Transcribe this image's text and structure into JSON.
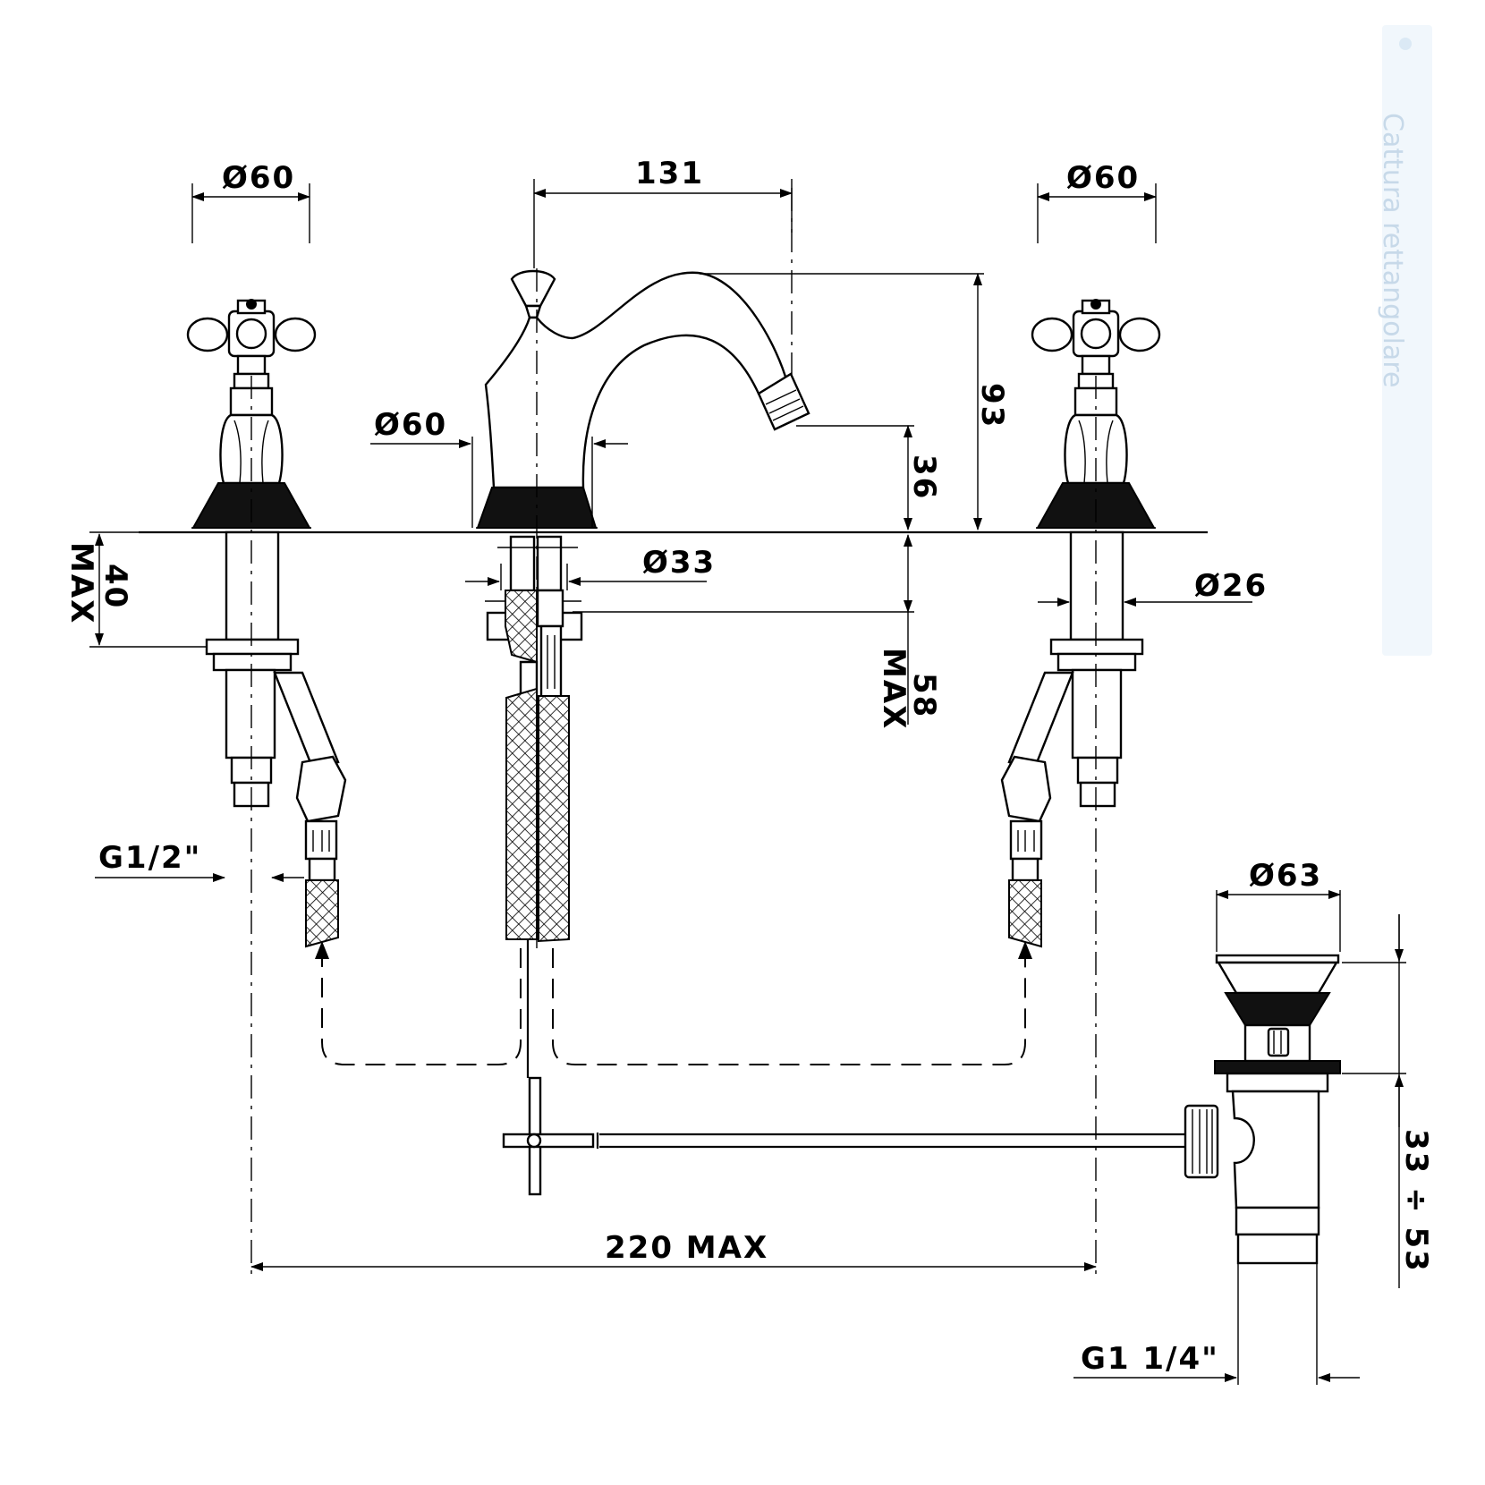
{
  "dimensions": {
    "handle_left_diameter": "Ø60",
    "spout_reach": "131",
    "handle_right_diameter": "Ø60",
    "body_base_diameter": "Ø60",
    "spout_height": "93",
    "outlet_height": "36",
    "deck_thickness_value": "40",
    "deck_thickness_unit": "MAX",
    "shank_center": "Ø33",
    "shank_side": "Ø26",
    "pull_rod_depth_value": "58",
    "pull_rod_depth_unit": "MAX",
    "inlet_thread": "G1/2\"",
    "waste_head_diameter": "Ø63",
    "waste_adjust_range": "33 ÷ 53",
    "handle_spacing": "220 MAX",
    "waste_thread": "G1 1/4\""
  },
  "capture_overlay": {
    "label": "Cattura rettangolare"
  }
}
